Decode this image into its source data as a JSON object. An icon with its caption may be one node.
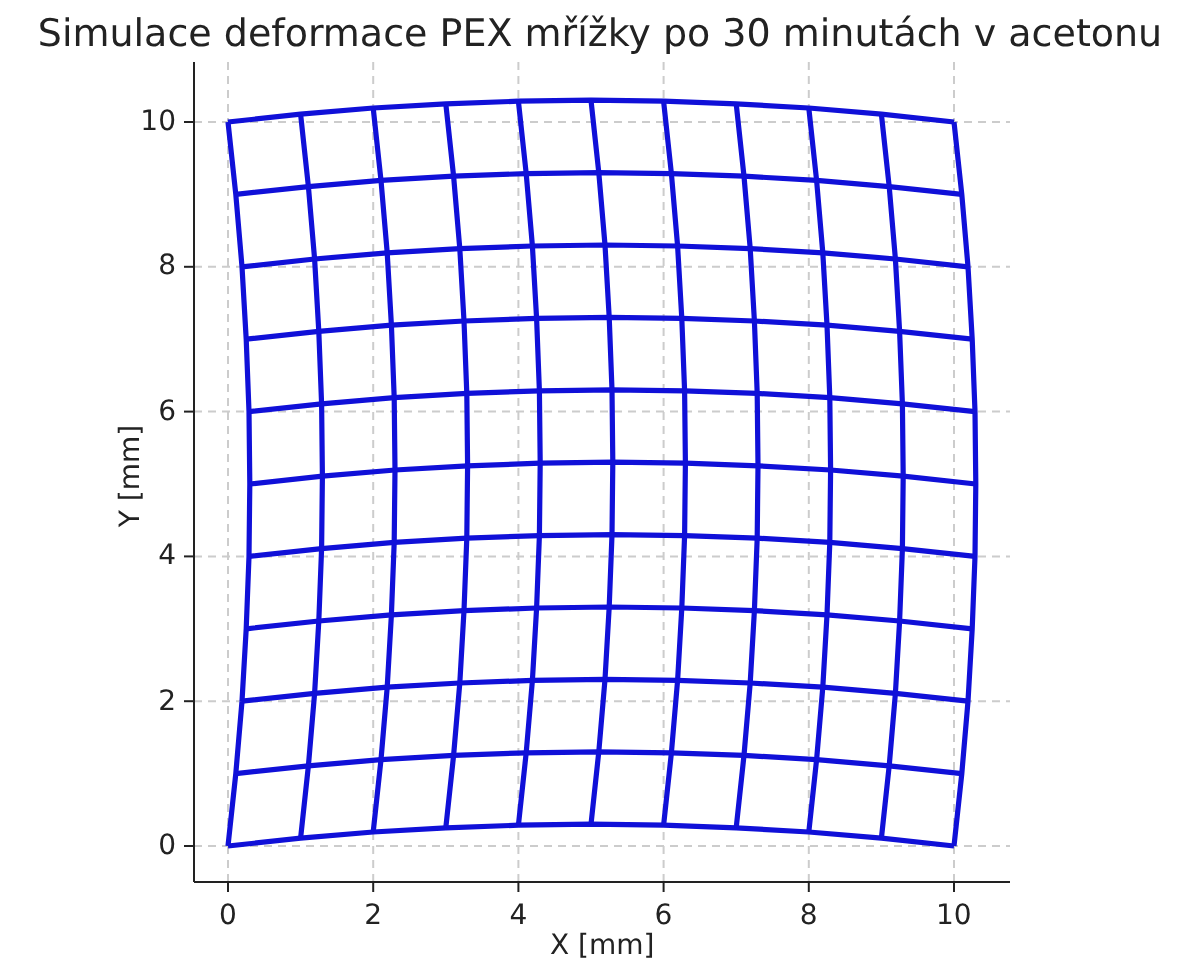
{
  "diagram": {
    "title": "Simulace deformace PEX mřížky po 30 minutách v acetonu",
    "labels": [
      "10",
      "8",
      "6",
      "4",
      "2",
      "0",
      "Y [mm]",
      "0",
      "2",
      "4",
      "6",
      "8",
      "10",
      "X [mm]"
    ]
  }
}
